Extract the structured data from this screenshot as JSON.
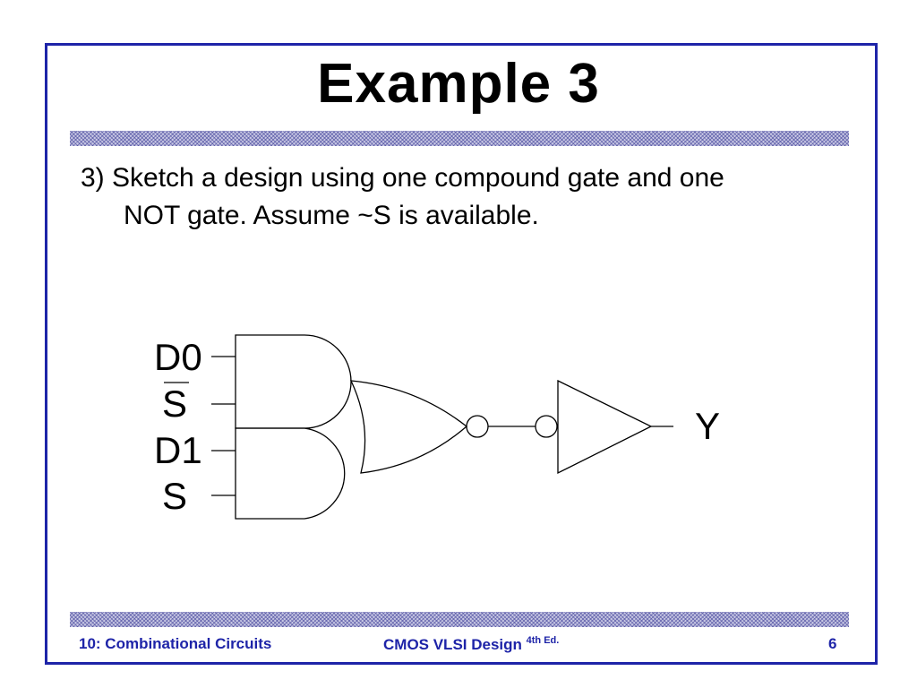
{
  "slide": {
    "title": "Example 3",
    "body_line1": "3) Sketch a design using one compound gate and one",
    "body_line2": "NOT gate. Assume ~S is available."
  },
  "diagram": {
    "inputs": [
      "D0",
      "S",
      "D1",
      "S"
    ],
    "output": "Y",
    "colors": {
      "frame": "#1e24a8",
      "footer_text": "#1e24a8",
      "wire": "#000000"
    }
  },
  "footer": {
    "left": "10: Combinational Circuits",
    "center": "CMOS VLSI Design",
    "center_sup": "4th Ed.",
    "page": "6"
  }
}
